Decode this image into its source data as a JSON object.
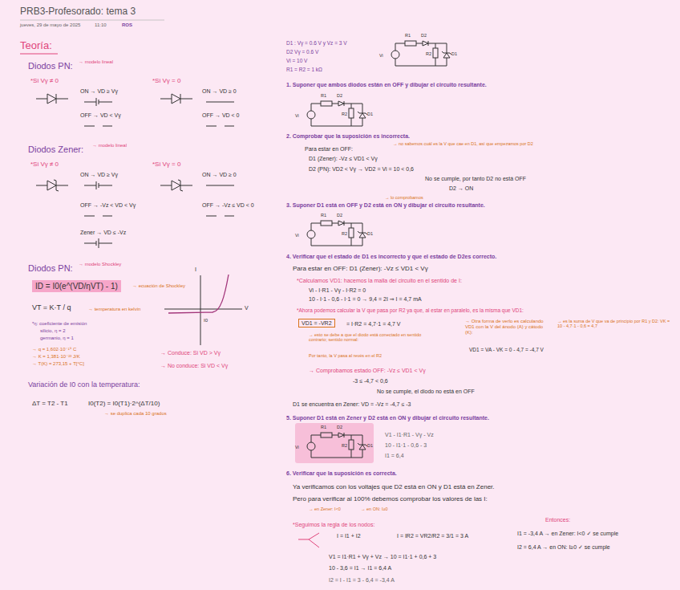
{
  "diagram": {
    "title": "PRB3-Profesorado: tema 3",
    "nodes": [
      {
        "text": [
          "ID = I0(e^(VD/ηVT) - 1)"
        ]
      },
      {
        "text": [
          "VD1 = -VR2"
        ]
      }
    ],
    "labels": [
      "jueves, 29 de mayo de 2025",
      "11:10",
      "ROS",
      "Teoría:",
      "Diodos PN:",
      "→ modelo lineal",
      "*Si Vγ ≠ 0",
      "*Si Vγ = 0",
      "ON → VD ≥ Vγ",
      "OFF → VD < Vγ",
      "ON → VD ≥ 0",
      "OFF → VD < 0",
      "Diodos Zener:",
      "→ modelo lineal",
      "*Si Vγ ≠ 0",
      "*Si Vγ = 0",
      "ON → VD ≥ Vγ",
      "OFF → -Vz < VD < Vγ",
      "Zener → VD ≤ -Vz",
      "ON → VD ≥ 0",
      "OFF → -Vz ≤ VD < 0",
      "Diodos PN:",
      "→ modelo Shockley",
      "→ ecuación de Shockley",
      "VT = K·T / q",
      "→ temperatura en kelvin",
      "*η: coeficiente de emisión",
      "silicio, η = 2",
      "germanio, η = 1",
      "→ q = 1,602·10⁻¹⁹ C",
      "→ K = 1,381·10⁻²³ J/K",
      "→ T(K) = 273,15 + T[°C]",
      "I",
      "V",
      "I0",
      "→ Conduce: Si VD > Vγ",
      "→ No conduce: Si VD < Vγ",
      "Variación de I0 con la temperatura:",
      "ΔT = T2 - T1",
      "I0(T2) = I0(T1)·2^(ΔT/10)",
      "→ se duplica cada 10 grados",
      "D1 : Vγ = 0.6 V y Vz = 3 V",
      "D2 Vγ = 0.6 V",
      "Vi = 10 V",
      "R1 = R2 = 1 kΩ",
      "R1",
      "D2",
      "R2",
      "D1",
      "Vi",
      "1. Suponer que ambos diodos están en OFF y dibujar el circuito resultante.",
      "R1",
      "D2",
      "R2",
      "D1",
      "Vi",
      "2. Comprobar que la suposición es incorrecta.",
      "→ no sabemos cuál es la V que cae en D1, así que empezamos por D2",
      "Para estar en OFF:",
      "D1 (Zener): -Vz ≤ VD1 < Vγ",
      "D2 (PN): VD2 < Vγ → VD2 = Vi = 10 < 0,6",
      "No se cumple, por tanto D2 no está OFF",
      "D2 → ON",
      "→ lo comprobamos",
      "3. Suponer D1 está en OFF y D2 está en ON y dibujar el circuito resultante.",
      "R1",
      "D2",
      "R2",
      "D1",
      "Vi",
      "4. Verificar que el estado de D1 es incorrecto y que el estado de D2es correcto.",
      "Para estar en OFF: D1 (Zener): -Vz ≤ VD1 < Vγ",
      "*Calculamos VD1: hacemos la malla del circuito en el sentido de I:",
      "Vi - I·R1 - Vγ - I·R2 = 0",
      "10 - I·1 - 0,6 - I·1 = 0 → 9,4 = 2I ⇒ I = 4,7 mA",
      "*Ahora podemos calcular la V que pasa por R2 ya que, al estar en paralelo, es la misma que VD1:",
      "= I·R2 = 4,7·1 = 4,7 V",
      "→ Otra forma de verlo es calculando VD1 con la V del ánodo (A) y cátodo (K):",
      "→ es la suma de V que va de principio por R1 y D2: VK = 10 - 4,7·1 - 0,6 = 4,7",
      "→ esto se debe a que el diodo está conectado en sentido contrario; sentido normal:",
      "VD1 = VA - VK = 0 - 4,7 = -4,7 V",
      "Por tanto, la V pasa al revés en el R2",
      "→ Comprobamos estado OFF: -Vz ≤ VD1 < Vγ",
      "-3 ≤ -4,7 < 0,6",
      "No se cumple, el diodo no está en OFF",
      "D1 se encuentra en Zener: VD = -Vz = -4,7 ≤ -3",
      "5. Suponer D1 está en Zener y D2 está en ON y dibujar el circuito resultante.",
      "R1",
      "D2",
      "R2",
      "D1",
      "Vi",
      "V1 - I1·R1 - Vγ - Vz",
      "10 - I1·1 - 0,6 - 3",
      "I1 = 6,4",
      "6. Verificar que la suposición es correcta.",
      "Ya verificamos con los voltajes que D2 está en ON y D1 está en Zener.",
      "Pero para verificar al 100% debemos comprobar los valores de las I:",
      "→ en Zener: I<0",
      "→ en ON: I≥0",
      "*Seguimos la regla de los nodos:",
      "I = I1 + I2",
      "I = IR2 = VR2/R2 = 3/1 = 3 A",
      "V1 = I1·R1 + Vγ + Vz → 10 = I1·1 + 0,6 + 3",
      "10 - 3,6 = I1 → I1 = 6,4 A",
      "I2 = I - I1 = 3 - 6,4 = -3,4 A",
      "Entonces:",
      "I1 = -3,4 A → en Zener: I<0 ✓ se cumple",
      "I2 = 6,4 A → en ON: I≥0 ✓ se cumple"
    ]
  }
}
